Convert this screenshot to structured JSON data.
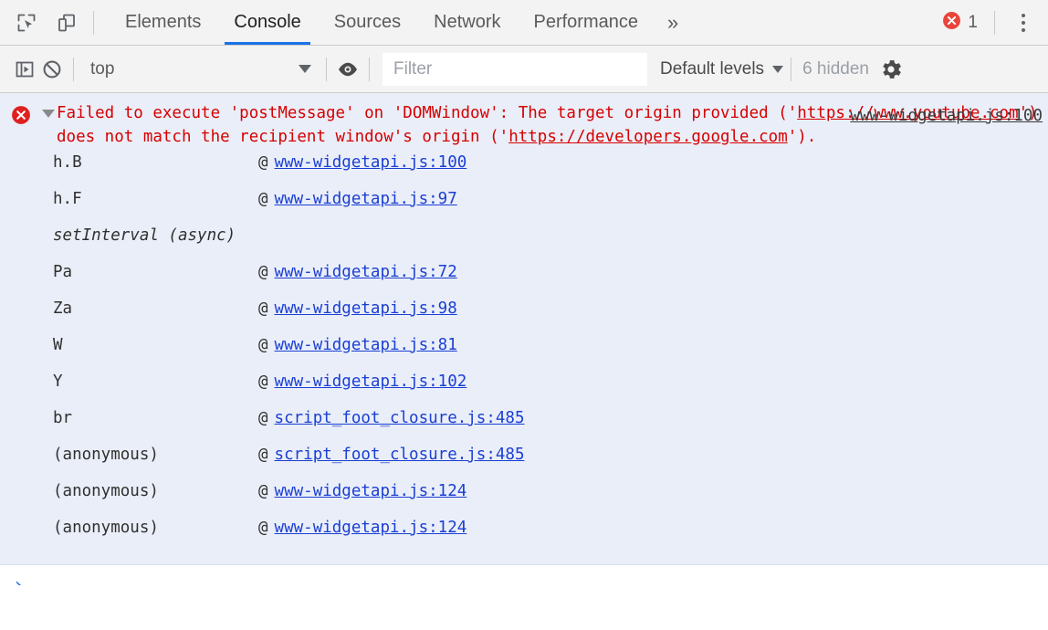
{
  "tabbar": {
    "inspect_icon": "inspect-element-icon",
    "device_icon": "device-toolbar-icon",
    "tabs": [
      {
        "label": "Elements",
        "selected": false
      },
      {
        "label": "Console",
        "selected": true
      },
      {
        "label": "Sources",
        "selected": false
      },
      {
        "label": "Network",
        "selected": false
      },
      {
        "label": "Performance",
        "selected": false
      }
    ],
    "more_tabs_label": "»",
    "error_count": "1",
    "error_badge_color": "#e8453c",
    "menu_icon": "kebab-menu-icon"
  },
  "toolbar": {
    "sidebar_icon": "console-sidebar-toggle-icon",
    "clear_icon": "clear-console-icon",
    "context_value": "top",
    "eye_icon": "live-expression-eye-icon",
    "filter_placeholder": "Filter",
    "filter_value": "",
    "levels_label": "Default levels",
    "hidden_label": "6 hidden",
    "settings_icon": "settings-gear-icon"
  },
  "console": {
    "error": {
      "icon": "error-circle-icon",
      "expanded": true,
      "text_part1": "Failed to execute 'postMessage' on 'DOMWindow': The target origin provided ('",
      "url1": "https://www.youtube.com",
      "text_part2": "') does not match the recipient window's origin ('",
      "url2": "https://developers.google.com",
      "text_part3": "').",
      "source_link": "www-widgetapi.js:100"
    },
    "stack_frames": [
      {
        "fn": "h.B",
        "at": "@",
        "link": "www-widgetapi.js:100",
        "async": false
      },
      {
        "fn": "h.F",
        "at": "@",
        "link": "www-widgetapi.js:97",
        "async": false
      },
      {
        "fn": "setInterval (async)",
        "at": "",
        "link": "",
        "async": true
      },
      {
        "fn": "Pa",
        "at": "@",
        "link": "www-widgetapi.js:72",
        "async": false
      },
      {
        "fn": "Za",
        "at": "@",
        "link": "www-widgetapi.js:98",
        "async": false
      },
      {
        "fn": "W",
        "at": "@",
        "link": "www-widgetapi.js:81",
        "async": false
      },
      {
        "fn": "Y",
        "at": "@",
        "link": "www-widgetapi.js:102",
        "async": false
      },
      {
        "fn": "br",
        "at": "@",
        "link": "script_foot_closure.js:485",
        "async": false
      },
      {
        "fn": "(anonymous)",
        "at": "@",
        "link": "script_foot_closure.js:485",
        "async": false
      },
      {
        "fn": "(anonymous)",
        "at": "@",
        "link": "www-widgetapi.js:124",
        "async": false
      },
      {
        "fn": "(anonymous)",
        "at": "@",
        "link": "www-widgetapi.js:124",
        "async": false
      }
    ],
    "prompt_chevron": "›",
    "prompt_value": ""
  },
  "colors": {
    "error_text": "#d60000",
    "error_background": "#eaeef8",
    "link_blue": "#1a3fd4",
    "accent_blue": "#1a73e8"
  }
}
